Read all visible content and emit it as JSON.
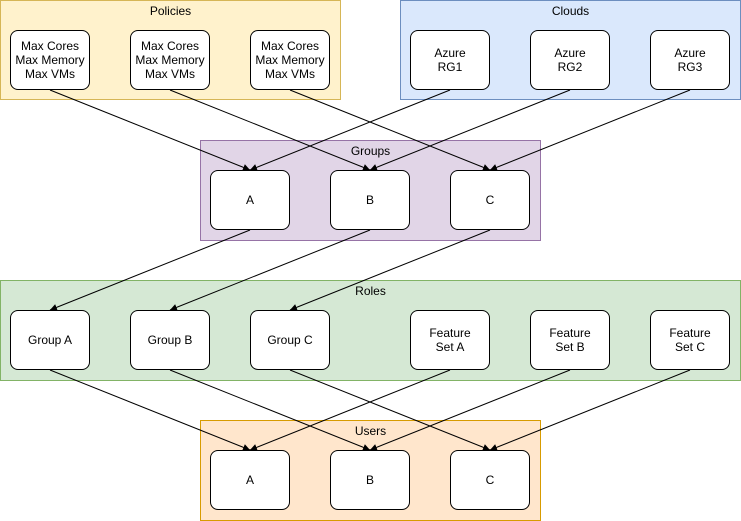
{
  "colors": {
    "policies_fill": "#fff2cc",
    "policies_border": "#d6b656",
    "clouds_fill": "#dae8fc",
    "clouds_border": "#6c8ebf",
    "groups_fill": "#e1d5e7",
    "groups_border": "#9673a6",
    "roles_fill": "#d5e8d4",
    "roles_border": "#82b366",
    "users_fill": "#ffe6cc",
    "users_border": "#d79b00",
    "edge": "#000000"
  },
  "policies": {
    "title": "Policies",
    "nodes": [
      "Max Cores\nMax Memory\nMax VMs",
      "Max Cores\nMax Memory\nMax VMs",
      "Max Cores\nMax Memory\nMax VMs"
    ]
  },
  "clouds": {
    "title": "Clouds",
    "nodes": [
      "Azure\nRG1",
      "Azure\nRG2",
      "Azure\nRG3"
    ]
  },
  "groups": {
    "title": "Groups",
    "nodes": [
      "A",
      "B",
      "C"
    ]
  },
  "roles": {
    "title": "Roles",
    "nodes": [
      "Group A",
      "Group B",
      "Group C",
      "Feature\nSet A",
      "Feature\nSet B",
      "Feature\nSet C"
    ]
  },
  "users": {
    "title": "Users",
    "nodes": [
      "A",
      "B",
      "C"
    ]
  },
  "edges": [
    {
      "from": "policies.0",
      "to": "groups.0"
    },
    {
      "from": "policies.1",
      "to": "groups.1"
    },
    {
      "from": "policies.2",
      "to": "groups.2"
    },
    {
      "from": "clouds.0",
      "to": "groups.0"
    },
    {
      "from": "clouds.1",
      "to": "groups.1"
    },
    {
      "from": "clouds.2",
      "to": "groups.2"
    },
    {
      "from": "groups.0",
      "to": "roles.0"
    },
    {
      "from": "groups.1",
      "to": "roles.1"
    },
    {
      "from": "groups.2",
      "to": "roles.2"
    },
    {
      "from": "roles.0",
      "to": "users.0"
    },
    {
      "from": "roles.1",
      "to": "users.1"
    },
    {
      "from": "roles.2",
      "to": "users.2"
    },
    {
      "from": "roles.3",
      "to": "users.0"
    },
    {
      "from": "roles.4",
      "to": "users.1"
    },
    {
      "from": "roles.5",
      "to": "users.2"
    }
  ]
}
